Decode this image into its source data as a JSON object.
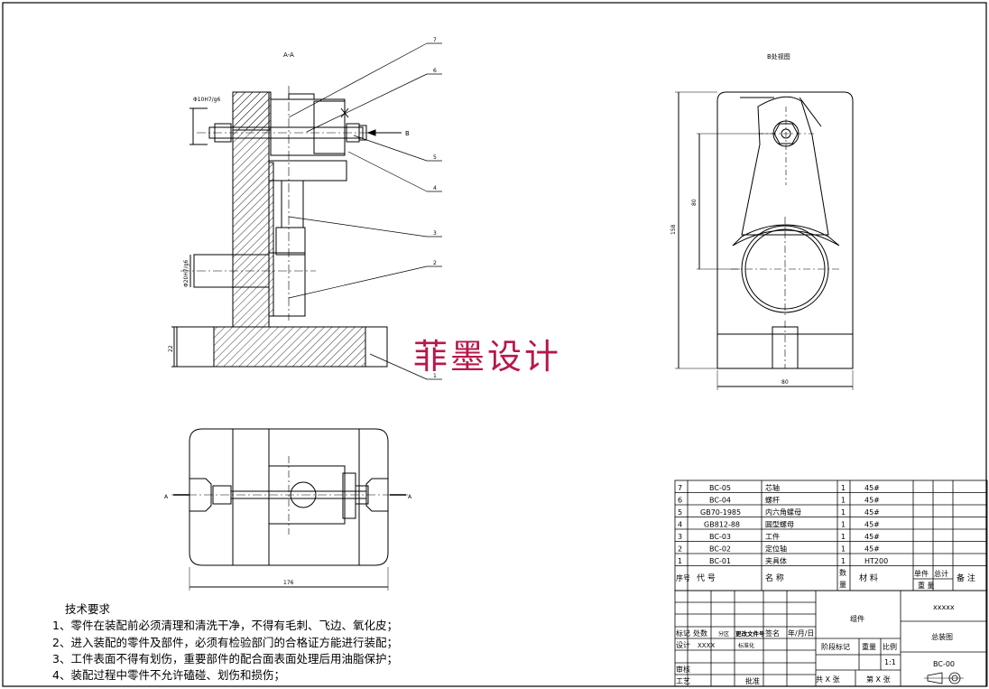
{
  "views": {
    "section_label": "A-A",
    "aux_view_label": "B处视图",
    "section_mark_a": "A",
    "view_mark_b": "B"
  },
  "leaders": [
    "7",
    "6",
    "5",
    "4",
    "3",
    "2",
    "1"
  ],
  "dimensions": {
    "fit_upper": "Φ10H7/g6",
    "fit_lower": "Φ20H7/g6",
    "base_height": "22",
    "aux_height": "80",
    "aux_total_height": "158",
    "aux_width": "80",
    "plan_width": "176"
  },
  "watermark": "菲墨设计",
  "tech_requirements": {
    "title": "技术要求",
    "items": [
      "1、零件在装配前必须清理和清洗干净，不得有毛刺、飞边、氧化皮；",
      "2、进入装配的零件及部件，必须有检验部门的合格证方能进行装配；",
      "3、工件表面不得有划伤，重要部件的配合面表面处理后用油脂保护；",
      "4、装配过程中零件不允许磕碰、划伤和损伤；"
    ]
  },
  "bom": {
    "rows": [
      {
        "no": "7",
        "code": "BC-05",
        "name": "芯轴",
        "qty": "1",
        "material": "45#"
      },
      {
        "no": "6",
        "code": "BC-04",
        "name": "螺杆",
        "qty": "1",
        "material": "45#"
      },
      {
        "no": "5",
        "code": "GB70-1985",
        "name": "内六角螺母",
        "qty": "1",
        "material": "45#"
      },
      {
        "no": "4",
        "code": "GB812-88",
        "name": "圆型螺母",
        "qty": "1",
        "material": "45#"
      },
      {
        "no": "3",
        "code": "BC-03",
        "name": "工件",
        "qty": "1",
        "material": "45#"
      },
      {
        "no": "2",
        "code": "BC-02",
        "name": "定位轴",
        "qty": "1",
        "material": "45#"
      },
      {
        "no": "1",
        "code": "BC-01",
        "name": "夹具体",
        "qty": "1",
        "material": "HT200"
      }
    ],
    "header": {
      "no": "序号",
      "code": "代    号",
      "name": "名    称",
      "qty1": "数",
      "qty2": "量",
      "material": "材    料",
      "unit1": "单件",
      "total1": "总计",
      "weight": "重    量",
      "remark": "备  注"
    }
  },
  "title_block": {
    "mark": "标记",
    "count": "处数",
    "zone": "分区",
    "doc": "更改文件号",
    "sign": "签名",
    "date": "年/月/日",
    "design": "设计",
    "designer": "XXXX",
    "std": "标准化",
    "review": "审核",
    "process": "工艺",
    "approve": "批准",
    "group": "组件",
    "stage": "阶段标记",
    "weight": "重量",
    "scale_label": "比例",
    "scale": "1:1",
    "sheets_total": "共  X  张",
    "sheet_no": "第  X  张",
    "company": "xxxxx",
    "drawing_name": "总装图",
    "drawing_no": "BC-00"
  }
}
